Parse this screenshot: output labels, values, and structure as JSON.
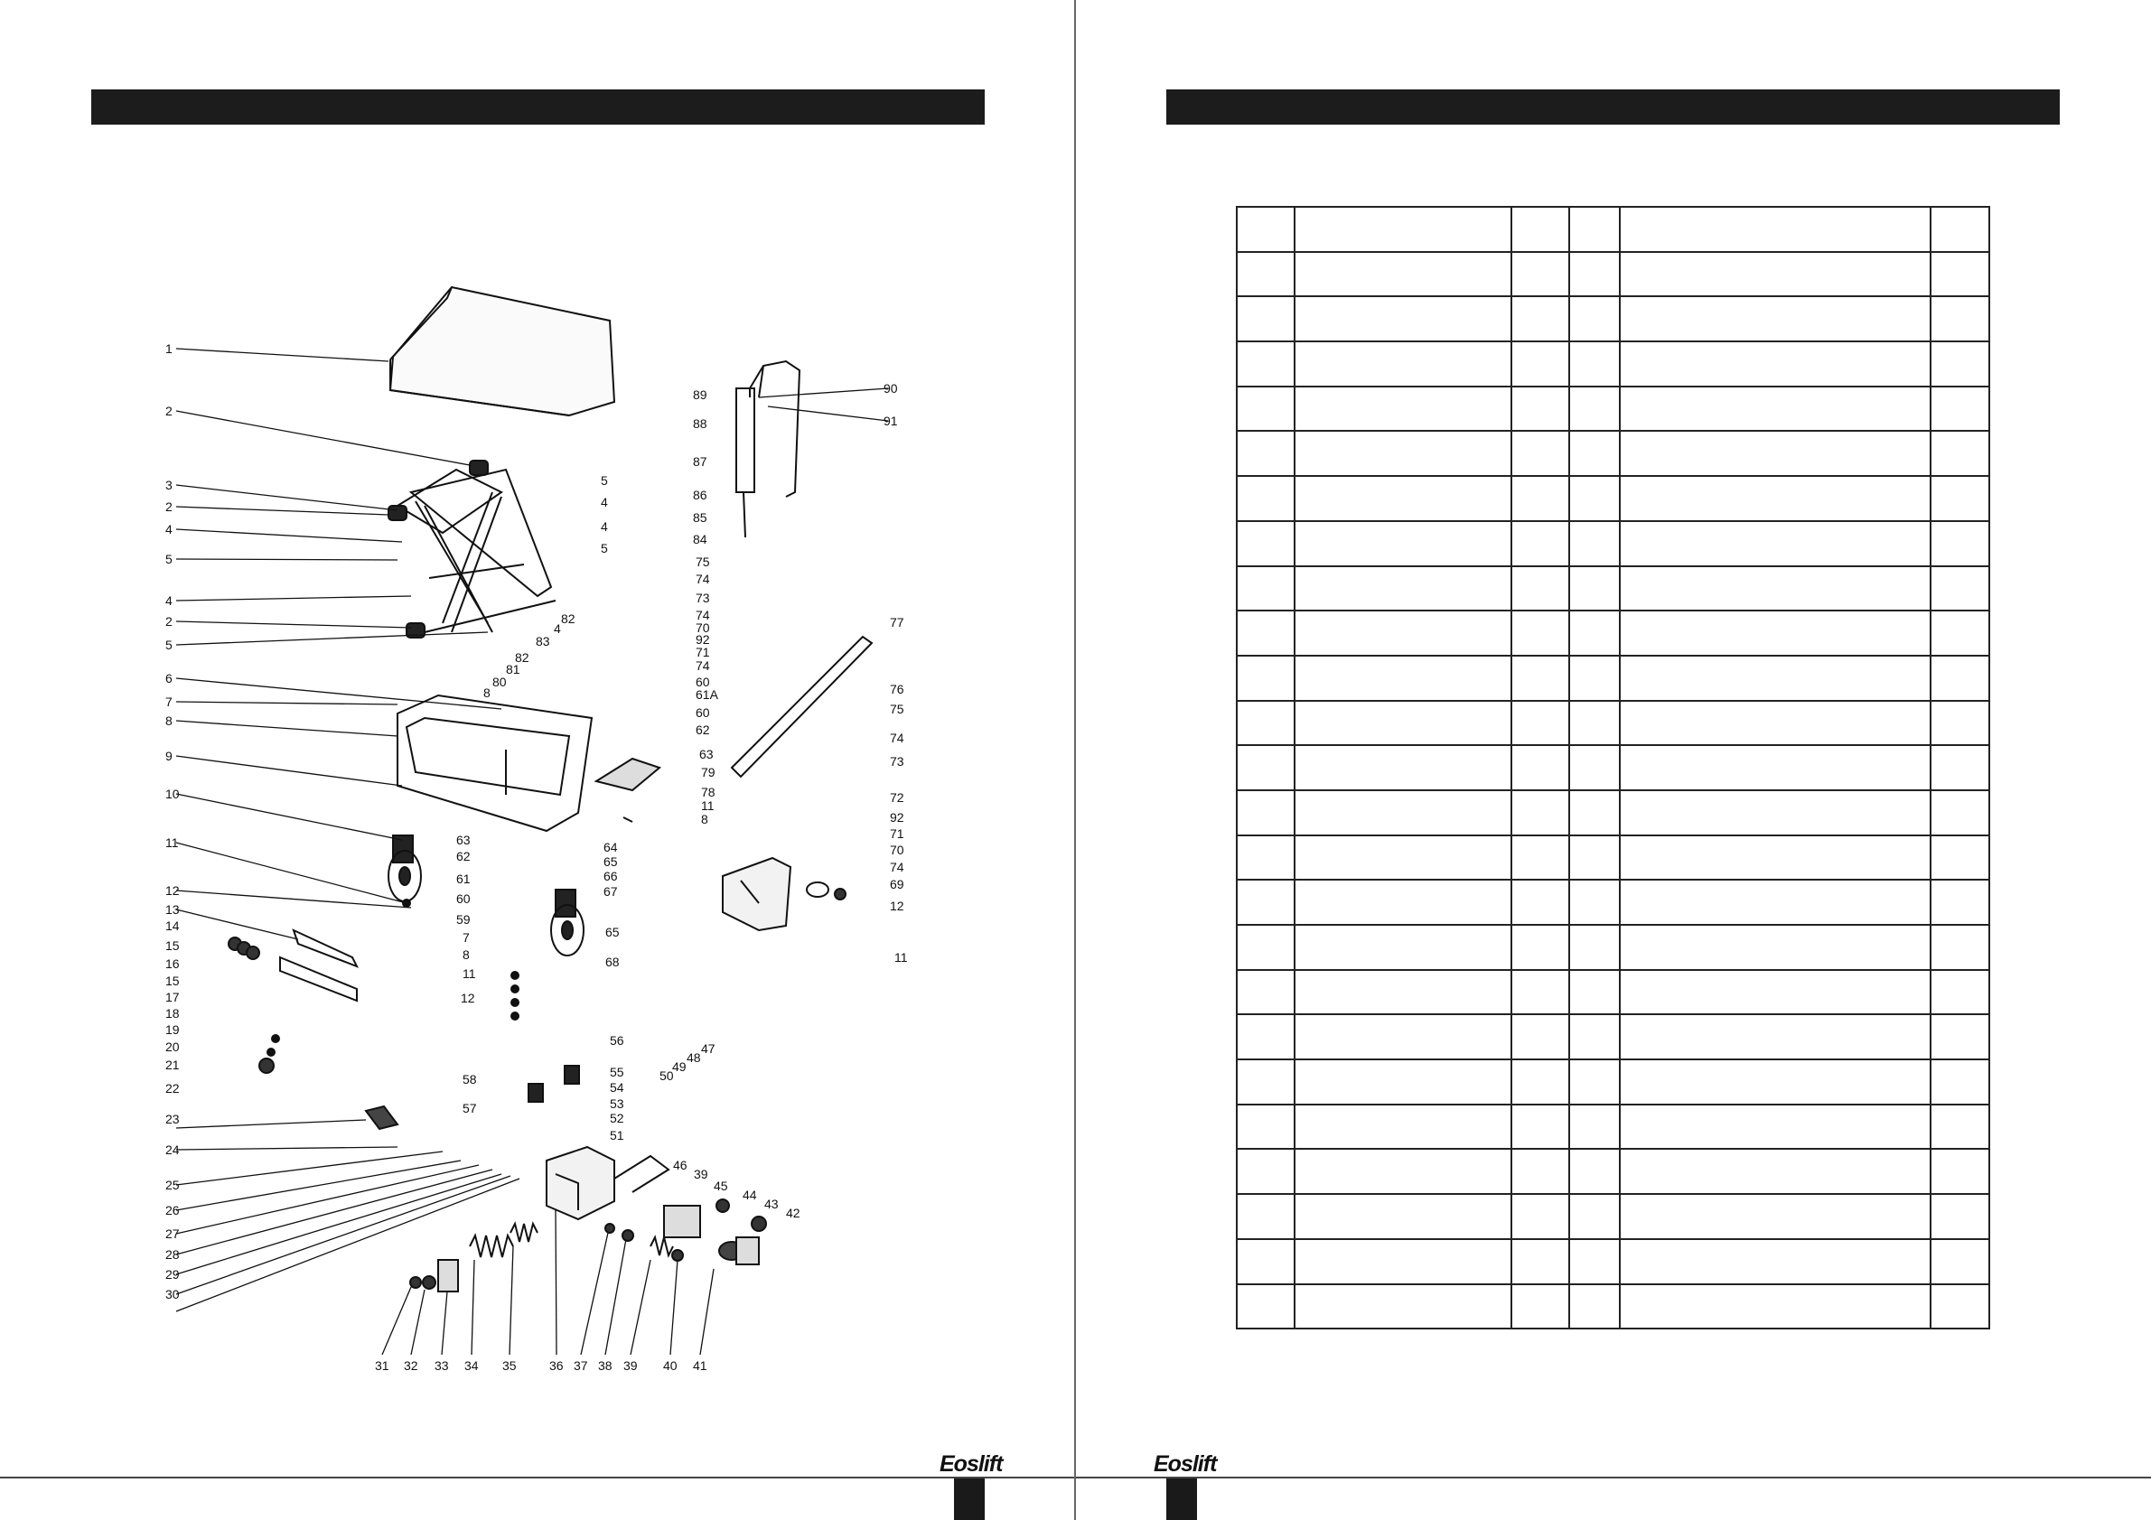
{
  "brand": {
    "left_page": "Eoslift",
    "right_page": "Eoslift"
  },
  "diagram": {
    "left_labels": [
      "1",
      "2",
      "3",
      "2",
      "4",
      "5",
      "4",
      "2",
      "5",
      "6",
      "7",
      "8",
      "9",
      "10",
      "11",
      "12",
      "13",
      "14",
      "15",
      "16",
      "15",
      "17",
      "18",
      "19",
      "20",
      "21",
      "22",
      "23",
      "24",
      "25",
      "26",
      "27",
      "28",
      "29",
      "30"
    ],
    "top_labels": [
      "5",
      "4",
      "4",
      "5"
    ],
    "handle_labels": [
      "89",
      "88",
      "87",
      "86",
      "85",
      "84",
      "90",
      "91"
    ],
    "mid_labels": [
      "75",
      "74",
      "73",
      "74",
      "70",
      "92",
      "71",
      "74",
      "60",
      "61A",
      "60",
      "62",
      "63",
      "82",
      "4",
      "83",
      "82",
      "81",
      "80",
      "8",
      "79",
      "78",
      "11",
      "8",
      "63",
      "62",
      "61",
      "60",
      "59",
      "7",
      "8",
      "11",
      "12",
      "64",
      "65",
      "66",
      "67",
      "65",
      "68"
    ],
    "right_labels": [
      "77",
      "76",
      "75",
      "74",
      "73",
      "74",
      "72",
      "92",
      "71",
      "70",
      "74",
      "69",
      "12",
      "11"
    ],
    "pump_labels": [
      "56",
      "55",
      "54",
      "53",
      "52",
      "51",
      "58",
      "57",
      "50",
      "49",
      "48",
      "47",
      "46",
      "39",
      "45",
      "44",
      "43",
      "42"
    ],
    "bottom_labels": [
      "31",
      "32",
      "33",
      "34",
      "35",
      "36",
      "37",
      "38",
      "39",
      "40",
      "41"
    ]
  },
  "parts_table": {
    "rows": 25
  }
}
